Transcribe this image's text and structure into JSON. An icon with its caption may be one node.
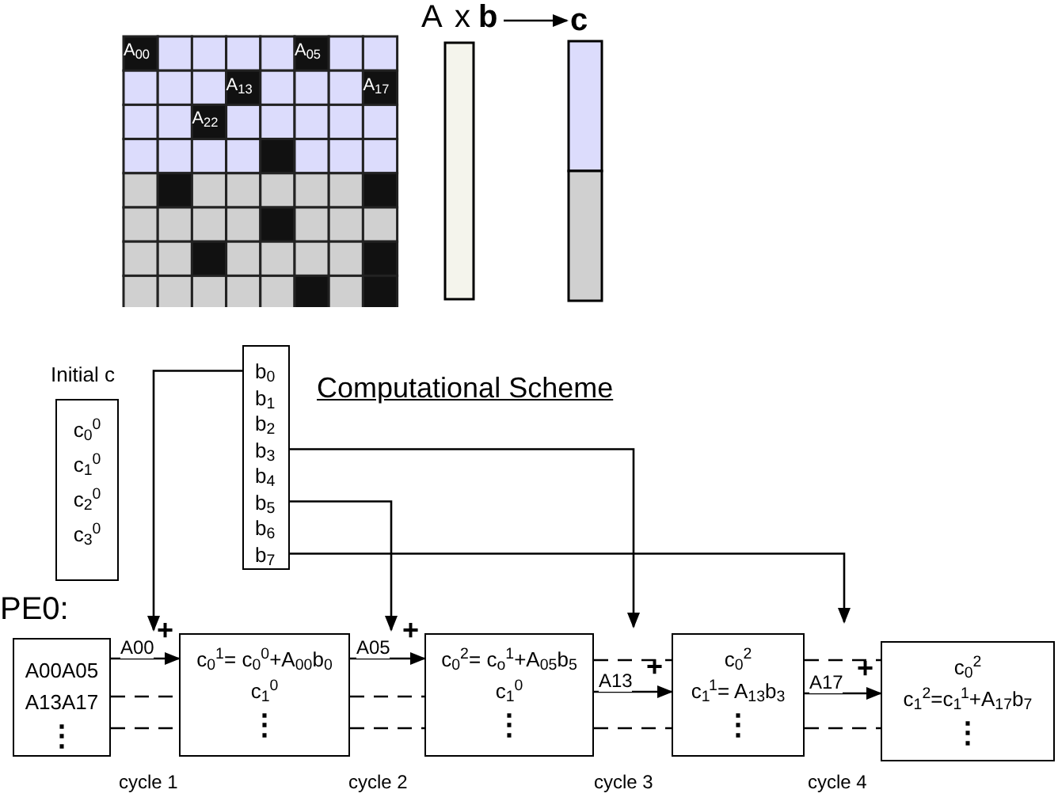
{
  "diagram": {
    "title": "Computational Scheme",
    "nodes": [
      {
        "text": [
          "b"
        ]
      },
      {
        "text": [
          "c"
        ]
      },
      {
        "text": [],
        "shape": "box"
      },
      {
        "text": [
          "b$_{0}$"
        ],
        "in": 2
      },
      {
        "text": [
          "b$_{1}$"
        ],
        "in": 2
      },
      {
        "text": [
          "b$_{2}$"
        ],
        "in": 2
      },
      {
        "text": [
          "b$_{3}$"
        ],
        "in": 2
      },
      {
        "text": [
          "b$_{4}$"
        ],
        "in": 2
      },
      {
        "text": [
          "b$_{5}$"
        ],
        "in": 2
      },
      {
        "text": [
          "b$_{6}$"
        ],
        "in": 2
      },
      {
        "text": [
          "b$_{7}$"
        ],
        "in": 2
      },
      {
        "text": [
          "Initial c",
          "c$_{0}$$^{0}$",
          "c$_{1}$$^{0}$",
          "c$_{2}$$^{0}$",
          "c$_{3}$$^{0}$"
        ]
      },
      {
        "text": [
          "A00A05",
          "A13A17",
          "⋮"
        ]
      },
      {
        "text": [
          "c$_{0}$$^{1}$= c$_{0}$$^{0}$+A$_{00}$b$_{0}$",
          "c$_{1}$$^{0}$",
          "⋮"
        ]
      },
      {
        "text": [
          "c$_{0}$$^{2}$= c$_{o}$$^{1}$+A$_{05}$b$_{5}$",
          "c$_{1}$$^{0}$",
          "⋮"
        ]
      },
      {
        "text": [
          "c$_{0}$$^{2}$",
          "c$_{1}$$^{1}$= A$_{13}$b$_{3}$",
          "⋮"
        ]
      },
      {
        "text": [
          "c$_{0}$$^{2}$",
          "c$_{1}$$^{2}$=c$_{1}$$^{1}$+A$_{17}$b$_{7}$",
          "⋮"
        ]
      }
    ],
    "edges": [
      {
        "from": 0,
        "to": 1,
        "arrow": "to"
      },
      {
        "from": 3,
        "to": 13,
        "arrow": "to"
      },
      {
        "from": 6,
        "to": 15,
        "arrow": "to"
      },
      {
        "from": 8,
        "to": 14,
        "arrow": "to"
      },
      {
        "from": 10,
        "to": 16,
        "arrow": "to"
      },
      {
        "from": 12,
        "to": 13,
        "arrow": "to",
        "label": "A00"
      },
      {
        "from": 12,
        "to": 13,
        "arrow": "none",
        "style": "dashed"
      },
      {
        "from": 12,
        "to": 13,
        "arrow": "none",
        "style": "dashed"
      },
      {
        "from": 13,
        "to": 14,
        "arrow": "to",
        "label": "A05"
      },
      {
        "from": 13,
        "to": 14,
        "arrow": "none",
        "style": "dashed"
      },
      {
        "from": 13,
        "to": 14,
        "arrow": "none",
        "style": "dashed"
      },
      {
        "from": 14,
        "to": 15,
        "arrow": "none",
        "style": "dashed"
      },
      {
        "from": 14,
        "to": 15,
        "arrow": "to",
        "label": "A13"
      },
      {
        "from": 14,
        "to": 15,
        "arrow": "none",
        "style": "dashed"
      },
      {
        "from": 15,
        "to": 16,
        "arrow": "none",
        "style": "dashed"
      },
      {
        "from": 15,
        "to": 16,
        "arrow": "to",
        "label": "A17"
      },
      {
        "from": 15,
        "to": 16,
        "arrow": "none",
        "style": "dashed"
      }
    ],
    "labels": [
      "A",
      "x",
      "A$_{00}$",
      "A$_{05}$",
      "A$_{13}$",
      "A$_{17}$",
      "A$_{22}$",
      "PE0:",
      "+",
      "+",
      "+",
      "+",
      "cycle 1",
      "cycle 2",
      "cycle 3",
      "cycle 4"
    ]
  }
}
